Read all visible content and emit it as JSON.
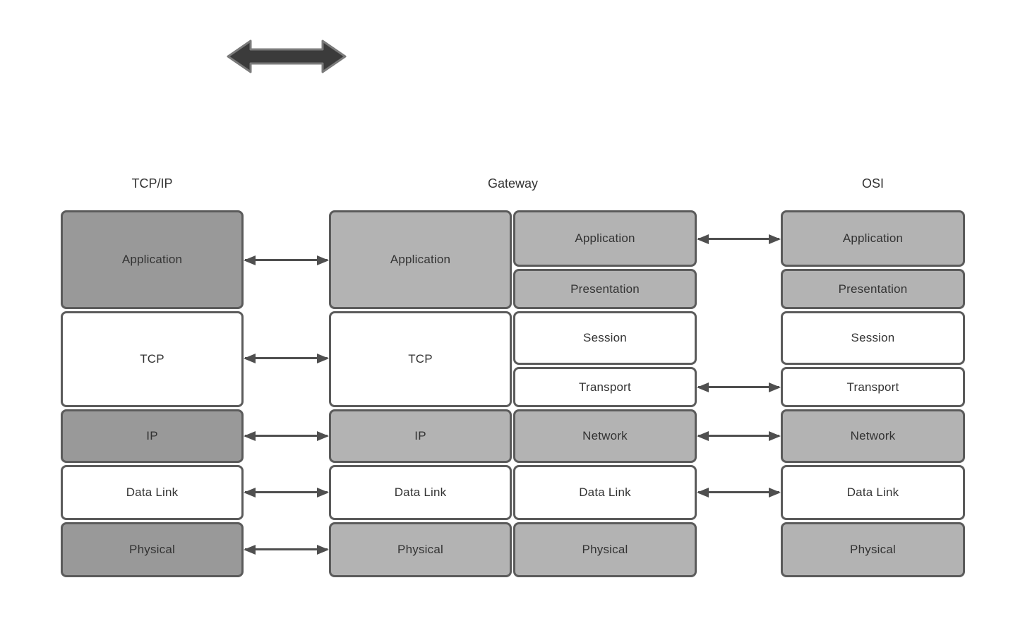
{
  "headers": {
    "tcpip": "TCP/IP",
    "gateway": "Gateway",
    "osi": "OSI"
  },
  "columns": {
    "tcpip": {
      "title": "TCP/IP",
      "layers": [
        {
          "label": "Application",
          "shade": "dark"
        },
        {
          "label": "TCP",
          "shade": "white"
        },
        {
          "label": "IP",
          "shade": "dark"
        },
        {
          "label": "Data Link",
          "shade": "white"
        },
        {
          "label": "Physical",
          "shade": "dark"
        }
      ]
    },
    "gateway_left": {
      "layers": [
        {
          "label": "Application",
          "shade": "light"
        },
        {
          "label": "TCP",
          "shade": "white"
        },
        {
          "label": "IP",
          "shade": "light"
        },
        {
          "label": "Data Link",
          "shade": "white"
        },
        {
          "label": "Physical",
          "shade": "light"
        }
      ]
    },
    "gateway_right": {
      "layers": [
        {
          "label": "Application",
          "shade": "light"
        },
        {
          "label": "Presentation",
          "shade": "light"
        },
        {
          "label": "Session",
          "shade": "white"
        },
        {
          "label": "Transport",
          "shade": "white"
        },
        {
          "label": "Network",
          "shade": "light"
        },
        {
          "label": "Data Link",
          "shade": "white"
        },
        {
          "label": "Physical",
          "shade": "light"
        }
      ]
    },
    "osi": {
      "title": "OSI",
      "layers": [
        {
          "label": "Application",
          "shade": "light"
        },
        {
          "label": "Presentation",
          "shade": "light"
        },
        {
          "label": "Session",
          "shade": "white"
        },
        {
          "label": "Transport",
          "shade": "white"
        },
        {
          "label": "Network",
          "shade": "light"
        },
        {
          "label": "Data Link",
          "shade": "white"
        },
        {
          "label": "Physical",
          "shade": "light"
        }
      ]
    }
  },
  "connections": {
    "tcpip_to_gateway_levels": [
      "Application",
      "TCP",
      "IP",
      "Data Link",
      "Physical"
    ],
    "gateway_to_osi_levels": [
      "Application",
      "Transport",
      "Network",
      "Data Link"
    ]
  },
  "colors": {
    "background": "#ffffff",
    "box_border": "#5b5b5b",
    "box_dark_gray": "#999999",
    "box_light_gray": "#b3b3b3",
    "box_white": "#ffffff",
    "label_text": "#333333",
    "arrow": "#4f4f4f",
    "thick_arrow_fill": "#3b3b3b",
    "thick_arrow_outline": "#7a7a7a"
  }
}
